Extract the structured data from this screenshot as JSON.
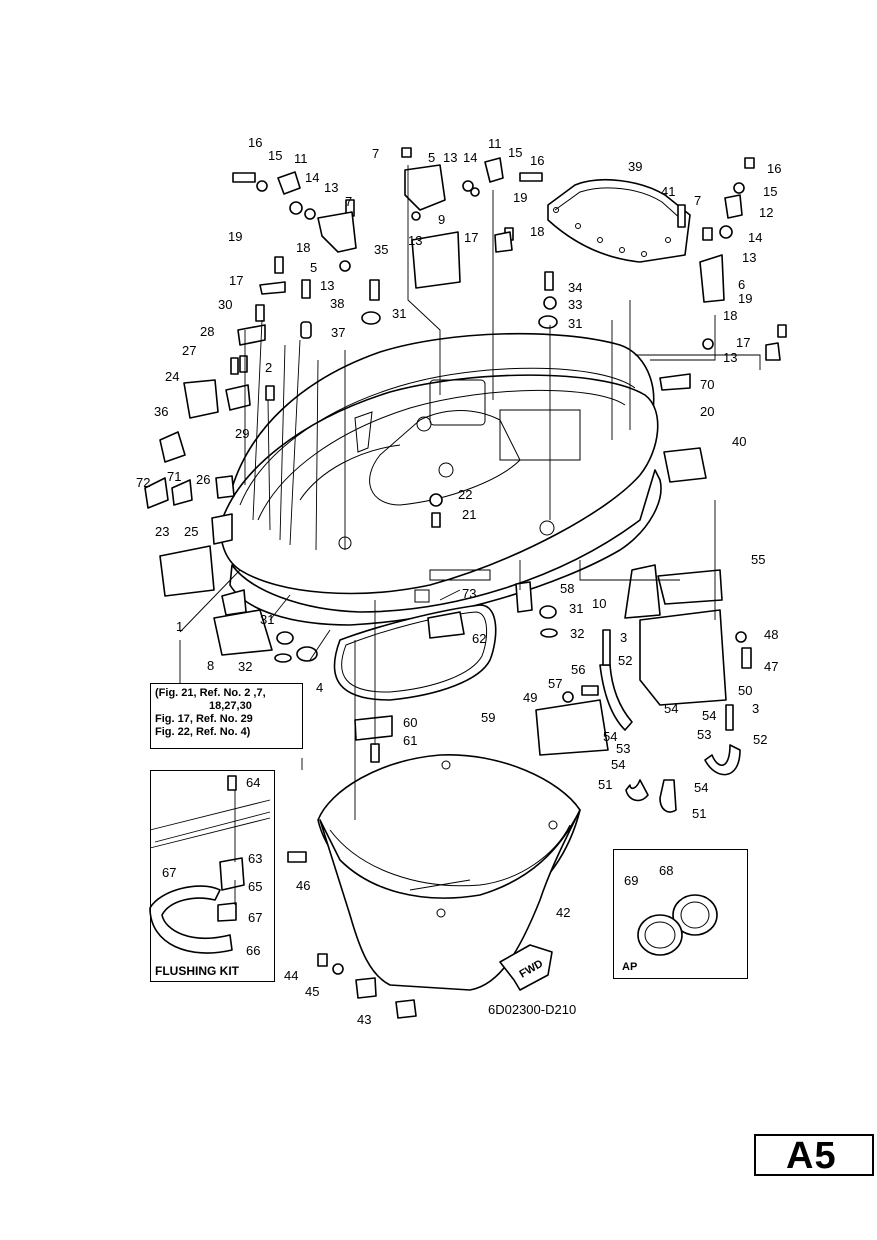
{
  "drawing_code": "6D02300-D210",
  "page_tag": "A5",
  "reference_note": {
    "lines": [
      "(Fig. 21, Ref. No. 2 ,7,",
      "18,27,30",
      "Fig. 17, Ref. No. 29",
      "Fig. 22, Ref. No. 4)"
    ]
  },
  "flushing_kit": {
    "title": "FLUSHING KIT"
  },
  "ap_box": {
    "title": "AP"
  },
  "fwd_arrow": {
    "label": "FWD"
  },
  "callouts": [
    {
      "n": "16"
    },
    {
      "n": "15"
    },
    {
      "n": "11"
    },
    {
      "n": "14"
    },
    {
      "n": "13"
    },
    {
      "n": "7"
    },
    {
      "n": "19"
    },
    {
      "n": "18"
    },
    {
      "n": "5"
    },
    {
      "n": "13"
    },
    {
      "n": "17"
    },
    {
      "n": "30"
    },
    {
      "n": "38"
    },
    {
      "n": "35"
    },
    {
      "n": "28"
    },
    {
      "n": "37"
    },
    {
      "n": "31"
    },
    {
      "n": "27"
    },
    {
      "n": "2"
    },
    {
      "n": "24"
    },
    {
      "n": "29"
    },
    {
      "n": "36"
    },
    {
      "n": "7"
    },
    {
      "n": "5"
    },
    {
      "n": "13"
    },
    {
      "n": "14"
    },
    {
      "n": "11"
    },
    {
      "n": "15"
    },
    {
      "n": "16"
    },
    {
      "n": "19"
    },
    {
      "n": "9"
    },
    {
      "n": "13"
    },
    {
      "n": "17"
    },
    {
      "n": "18"
    },
    {
      "n": "39"
    },
    {
      "n": "41"
    },
    {
      "n": "7"
    },
    {
      "n": "16"
    },
    {
      "n": "15"
    },
    {
      "n": "12"
    },
    {
      "n": "14"
    },
    {
      "n": "13"
    },
    {
      "n": "6"
    },
    {
      "n": "34"
    },
    {
      "n": "33"
    },
    {
      "n": "31"
    },
    {
      "n": "19"
    },
    {
      "n": "18"
    },
    {
      "n": "17"
    },
    {
      "n": "13"
    },
    {
      "n": "70"
    },
    {
      "n": "20"
    },
    {
      "n": "40"
    },
    {
      "n": "72"
    },
    {
      "n": "71"
    },
    {
      "n": "26"
    },
    {
      "n": "22"
    },
    {
      "n": "21"
    },
    {
      "n": "23"
    },
    {
      "n": "25"
    },
    {
      "n": "73"
    },
    {
      "n": "58"
    },
    {
      "n": "31"
    },
    {
      "n": "10"
    },
    {
      "n": "55"
    },
    {
      "n": "1"
    },
    {
      "n": "31"
    },
    {
      "n": "62"
    },
    {
      "n": "32"
    },
    {
      "n": "3"
    },
    {
      "n": "48"
    },
    {
      "n": "8"
    },
    {
      "n": "32"
    },
    {
      "n": "4"
    },
    {
      "n": "52"
    },
    {
      "n": "47"
    },
    {
      "n": "56"
    },
    {
      "n": "57"
    },
    {
      "n": "50"
    },
    {
      "n": "49"
    },
    {
      "n": "59"
    },
    {
      "n": "54"
    },
    {
      "n": "54"
    },
    {
      "n": "3"
    },
    {
      "n": "54"
    },
    {
      "n": "53"
    },
    {
      "n": "53"
    },
    {
      "n": "52"
    },
    {
      "n": "60"
    },
    {
      "n": "61"
    },
    {
      "n": "54"
    },
    {
      "n": "54"
    },
    {
      "n": "51"
    },
    {
      "n": "51"
    },
    {
      "n": "64"
    },
    {
      "n": "63"
    },
    {
      "n": "67"
    },
    {
      "n": "65"
    },
    {
      "n": "67"
    },
    {
      "n": "66"
    },
    {
      "n": "46"
    },
    {
      "n": "42"
    },
    {
      "n": "68"
    },
    {
      "n": "69"
    },
    {
      "n": "44"
    },
    {
      "n": "45"
    },
    {
      "n": "43"
    }
  ]
}
